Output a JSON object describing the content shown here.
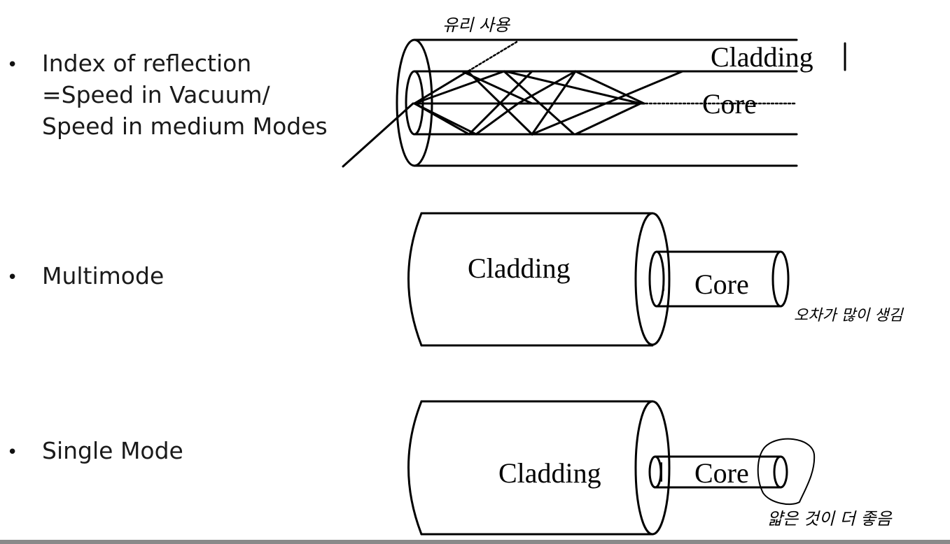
{
  "bullets": {
    "index": {
      "line1": "Index of reflection",
      "line2": "=Speed in Vacuum/",
      "line3": "Speed in medium Modes"
    },
    "multimode": "Multimode",
    "single_mode": "Single Mode"
  },
  "fiber_diagram": {
    "cladding_label": "Cladding",
    "core_label": "Core",
    "annotation": "유리 사용"
  },
  "multimode_diagram": {
    "cladding_label": "Cladding",
    "core_label": "Core",
    "annotation": "오차가 많이 생김"
  },
  "single_mode_diagram": {
    "cladding_label": "Cladding",
    "core_label": "Core",
    "annotation": "얇은 것이 더 좋음"
  },
  "colors": {
    "ink": "#000000",
    "text": "#1a1a1a",
    "background": "#ffffff",
    "footer_bar": "#8a8a8a"
  }
}
